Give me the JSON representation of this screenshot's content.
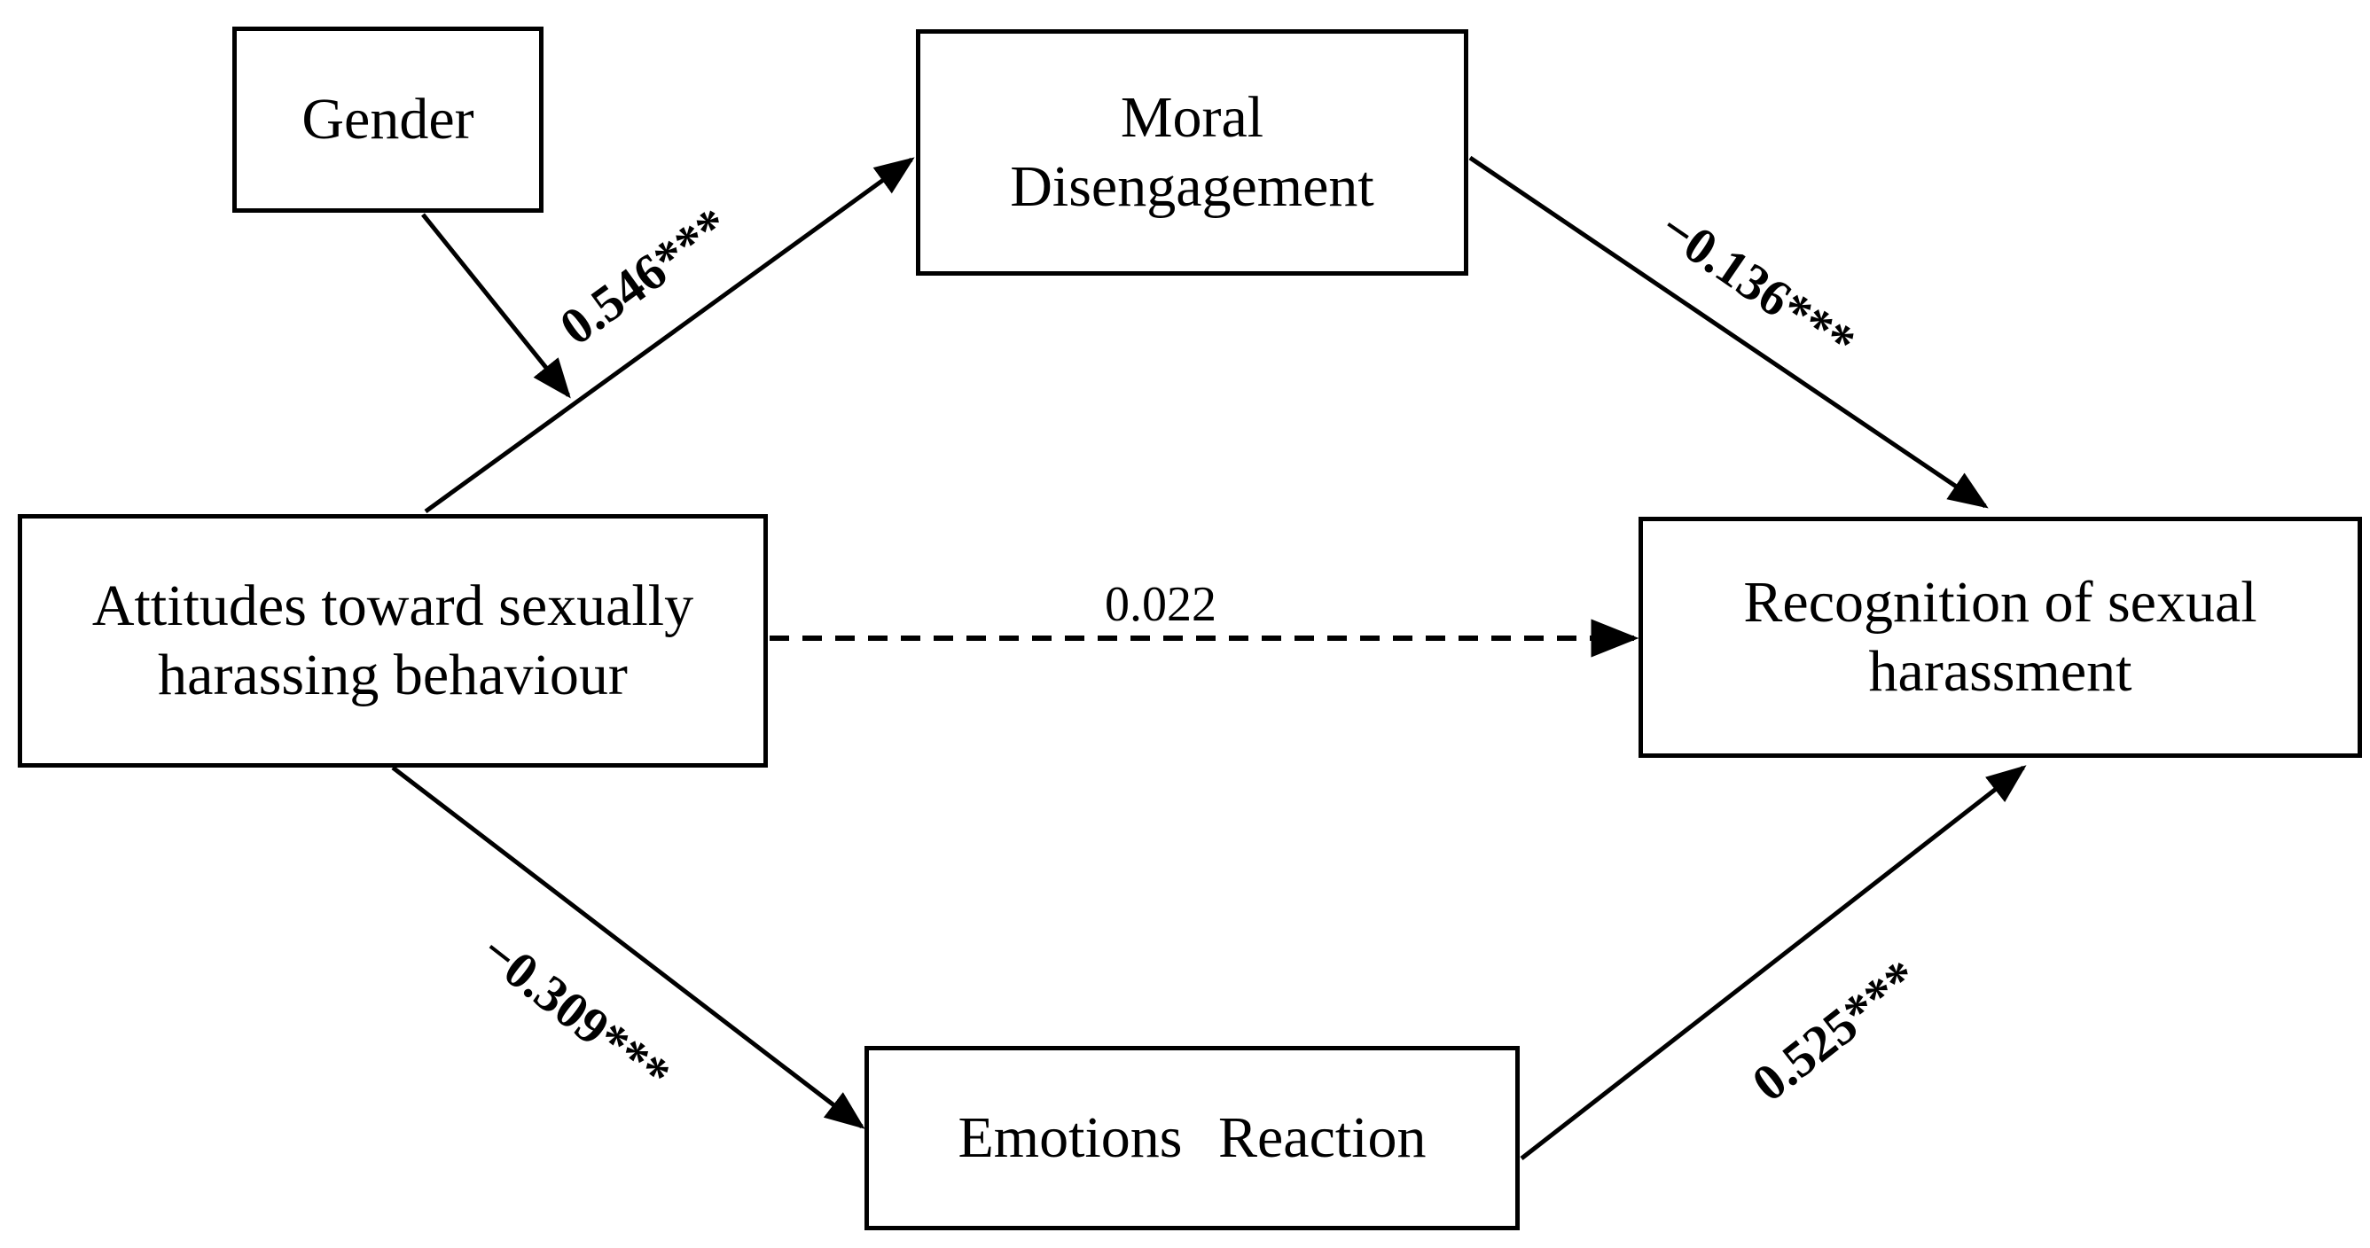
{
  "diagram": {
    "type": "mediation-path-model",
    "colors": {
      "background": "#ffffff",
      "line": "#000000",
      "text": "#000000"
    },
    "nodes": {
      "gender": {
        "lines": [
          "Gender"
        ]
      },
      "moral_disengagement": {
        "lines": [
          "Moral",
          "Disengagement"
        ]
      },
      "attitudes": {
        "lines": [
          "Attitudes toward sexually",
          "harassing behaviour"
        ]
      },
      "recognition": {
        "lines": [
          "Recognition of sexual",
          "harassment"
        ]
      },
      "emotions_reaction": {
        "lines": [
          "Emotions  Reaction"
        ]
      }
    },
    "paths": {
      "attitudes_to_moral": {
        "coefficient": "0.546***",
        "style": "solid"
      },
      "gender_covariate": {
        "coefficient": "",
        "style": "solid"
      },
      "moral_to_recognition": {
        "coefficient": "−0.136***",
        "style": "solid"
      },
      "attitudes_to_recognition": {
        "coefficient": "0.022",
        "style": "dashed"
      },
      "attitudes_to_emotions": {
        "coefficient": "−0.309***",
        "style": "solid"
      },
      "emotions_to_recognition": {
        "coefficient": "0.525***",
        "style": "solid"
      }
    }
  }
}
